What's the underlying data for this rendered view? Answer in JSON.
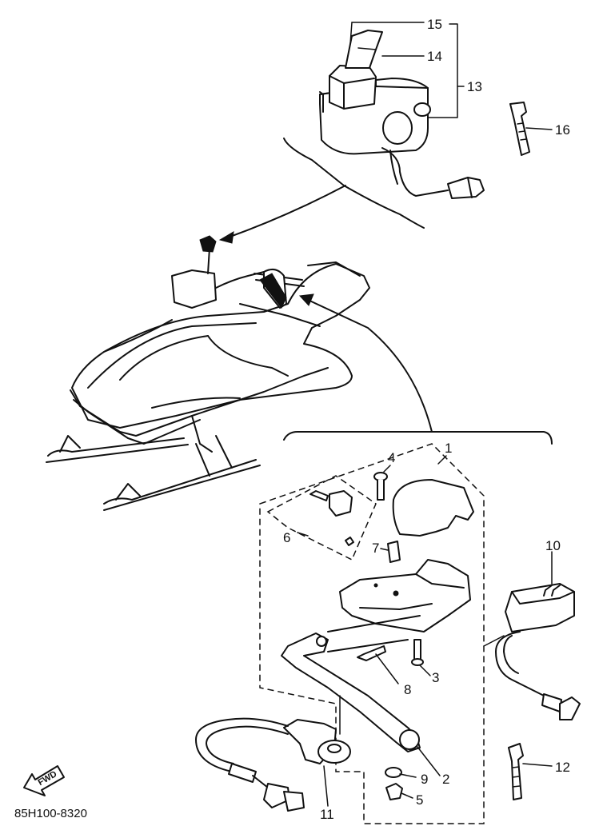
{
  "diagram": {
    "drawing_code": "85H100-8320",
    "direction_badge": "FWD",
    "callouts": [
      "1",
      "2",
      "3",
      "4",
      "5",
      "6",
      "7",
      "8",
      "9",
      "10",
      "11",
      "12",
      "13",
      "14",
      "15",
      "16"
    ]
  }
}
